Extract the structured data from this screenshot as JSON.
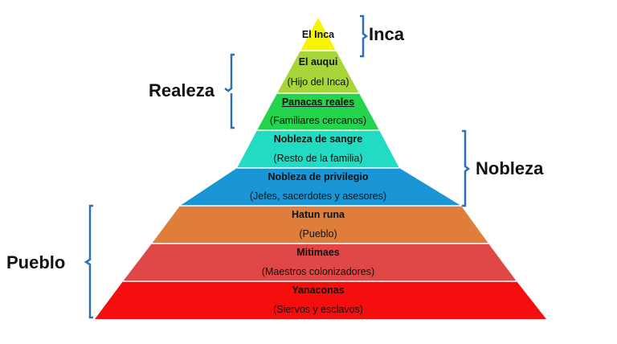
{
  "diagram": {
    "type": "pyramid",
    "layers": [
      {
        "title": "El Inca",
        "subtitle": "",
        "color": "#f6f400"
      },
      {
        "title": "El auqui",
        "subtitle": "(Hijo del Inca)",
        "color": "#a6d63a"
      },
      {
        "title": "Panacas reales",
        "subtitle": "(Familiares cercanos)",
        "color": "#23d44c"
      },
      {
        "title": "Nobleza de sangre",
        "subtitle": "(Resto de la familia)",
        "color": "#21dcc2"
      },
      {
        "title": "Nobleza de privilegio",
        "subtitle": "(Jefes, sacerdotes y asesores)",
        "color": "#1a96d6"
      },
      {
        "title": "Hatun runa",
        "subtitle": "(Pueblo)",
        "color": "#df7d3b"
      },
      {
        "title": "Mitimaes",
        "subtitle": "(Maestros colonizadores)",
        "color": "#e04848"
      },
      {
        "title": "Yanaconas",
        "subtitle": "(Siervos y esclavos)",
        "color": "#f60d0d"
      }
    ],
    "groups": [
      {
        "label": "Inca",
        "side": "right"
      },
      {
        "label": "Realeza",
        "side": "left"
      },
      {
        "label": "Nobleza",
        "side": "right"
      },
      {
        "label": "Pueblo",
        "side": "left"
      }
    ],
    "bracket_color": "#2f6fb8"
  }
}
